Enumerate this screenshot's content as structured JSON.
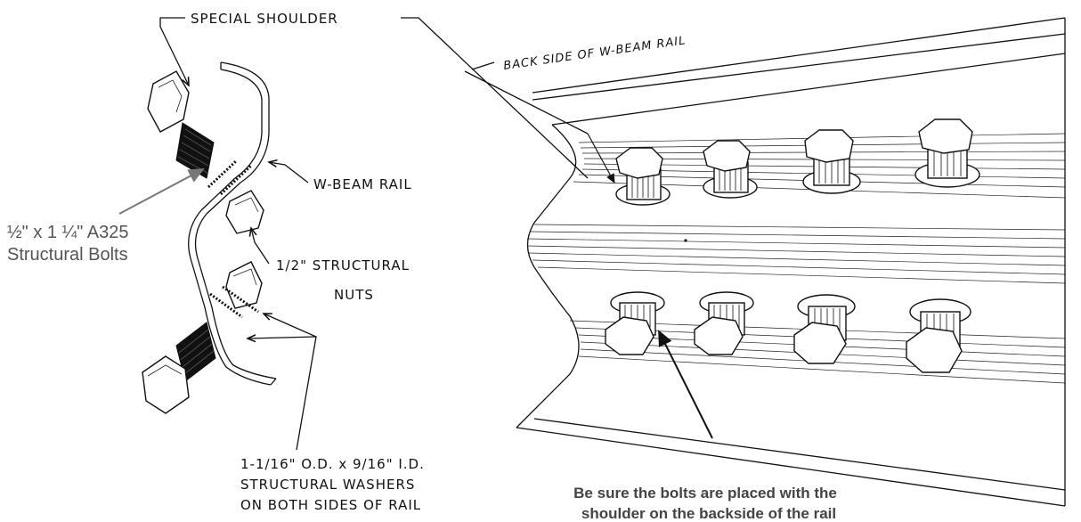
{
  "labels": {
    "special_shoulder": "SPECIAL SHOULDER",
    "back_side": "BACK SIDE OF W-BEAM RAIL",
    "w_beam_rail": "W-BEAM RAIL",
    "nuts_line1": "1/2\" STRUCTURAL",
    "nuts_line2": "NUTS",
    "bolts_line1": "½\" x 1 ¼\" A325",
    "bolts_line2": "Structural Bolts",
    "washers_line1": "1-1/16\" O.D. x  9/16\" I.D.",
    "washers_line2": "STRUCTURAL WASHERS",
    "washers_line3": "ON BOTH SIDES OF RAIL",
    "note_line1": "Be sure the bolts are placed with the",
    "note_line2": "shoulder on the backside of the rail"
  },
  "colors": {
    "line": "#111111",
    "callout_gray": "#555555",
    "arrow_gray": "#777777"
  }
}
